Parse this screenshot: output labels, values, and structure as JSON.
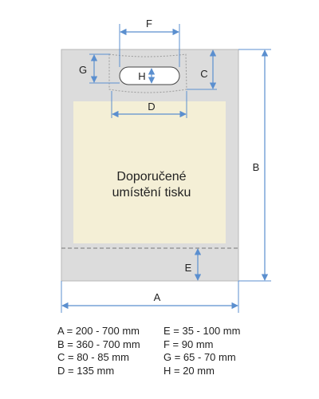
{
  "colors": {
    "bag": "#dcdcdc",
    "print_area": "#f4efd6",
    "dimension_line": "#5b8fcf",
    "outline": "#b7b7b7",
    "text": "#222222"
  },
  "dimension_labels": {
    "A": "A",
    "B": "B",
    "C": "C",
    "D": "D",
    "E": "E",
    "F": "F",
    "G": "G",
    "H": "H"
  },
  "print_area": {
    "line1": "Doporučené",
    "line2": "umístění tisku"
  },
  "legend": {
    "left": [
      "A = 200 - 700 mm",
      "B = 360 - 700 mm",
      "C = 80 - 85 mm",
      "D = 135 mm"
    ],
    "right": [
      "E = 35 - 100 mm",
      "F = 90 mm",
      "G = 65 - 70 mm",
      "H = 20 mm"
    ]
  }
}
